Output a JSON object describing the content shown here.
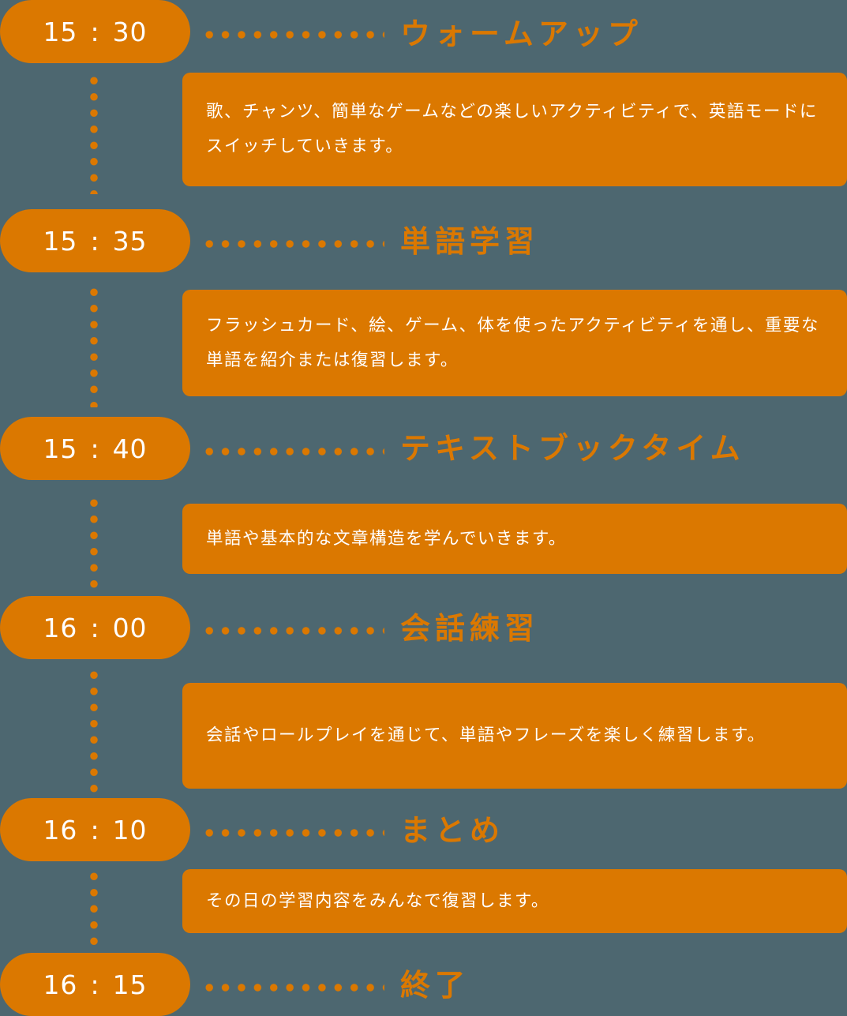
{
  "theme": {
    "accent": "#db7800",
    "background": "#4d6770",
    "text_on_accent": "#ffffff"
  },
  "schedule": [
    {
      "hour": "15",
      "sep": ":",
      "minute": "30",
      "title": "ウォームアップ",
      "description": "歌、チャンツ、簡単なゲームなどの楽しいアクティビティで、英語モードにスイッチしていきます。"
    },
    {
      "hour": "15",
      "sep": ":",
      "minute": "35",
      "title": "単語学習",
      "description": "フラッシュカード、絵、ゲーム、体を使ったアクティビティを通し、重要な単語を紹介または復習します。"
    },
    {
      "hour": "15",
      "sep": ":",
      "minute": "40",
      "title": "テキストブックタイム",
      "description": "単語や基本的な文章構造を学んでいきます。"
    },
    {
      "hour": "16",
      "sep": ":",
      "minute": "00",
      "title": "会話練習",
      "description": "会話やロールプレイを通じて、単語やフレーズを楽しく練習します。"
    },
    {
      "hour": "16",
      "sep": ":",
      "minute": "10",
      "title": "まとめ",
      "description": "その日の学習内容をみんなで復習します。"
    },
    {
      "hour": "16",
      "sep": ":",
      "minute": "15",
      "title": "終了"
    }
  ]
}
